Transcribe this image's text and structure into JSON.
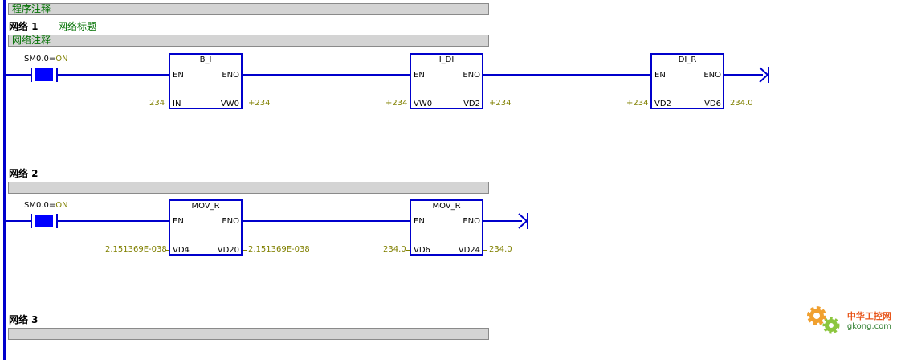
{
  "program_comment": "程序注释",
  "networks": [
    {
      "label": "网络 1",
      "title": "网络标题",
      "comment": "网络注释",
      "contact": {
        "addr": "SM0.0",
        "state": "ON"
      },
      "blocks": [
        {
          "name": "B_I",
          "in_pin": "IN",
          "out_pin": "VW0",
          "in_value": "234",
          "out_value": "+234"
        },
        {
          "name": "I_DI",
          "in_pin": "VW0",
          "out_pin": "VD2",
          "in_value": "+234",
          "out_value": "+234"
        },
        {
          "name": "DI_R",
          "in_pin": "VD2",
          "out_pin": "VD6",
          "in_value": "+234",
          "out_value": "234.0"
        }
      ]
    },
    {
      "label": "网络 2",
      "comment": "",
      "contact": {
        "addr": "SM0.0",
        "state": "ON"
      },
      "blocks": [
        {
          "name": "MOV_R",
          "in_pin": "VD4",
          "out_pin": "VD20",
          "in_value": "2.151369E-038",
          "out_value": "2.151369E-038"
        },
        {
          "name": "MOV_R",
          "in_pin": "VD6",
          "out_pin": "VD24",
          "in_value": "234.0",
          "out_value": "234.0"
        }
      ]
    },
    {
      "label": "网络 3",
      "comment": ""
    }
  ],
  "pins": {
    "en": "EN",
    "eno": "ENO",
    "equals": "="
  },
  "watermark": {
    "brand": "中华工控网",
    "domain": "gkong.com"
  },
  "colors": {
    "wire": "#0000cc",
    "contact_fill": "#0000ff",
    "value": "#808000",
    "comment_text": "#007000"
  }
}
